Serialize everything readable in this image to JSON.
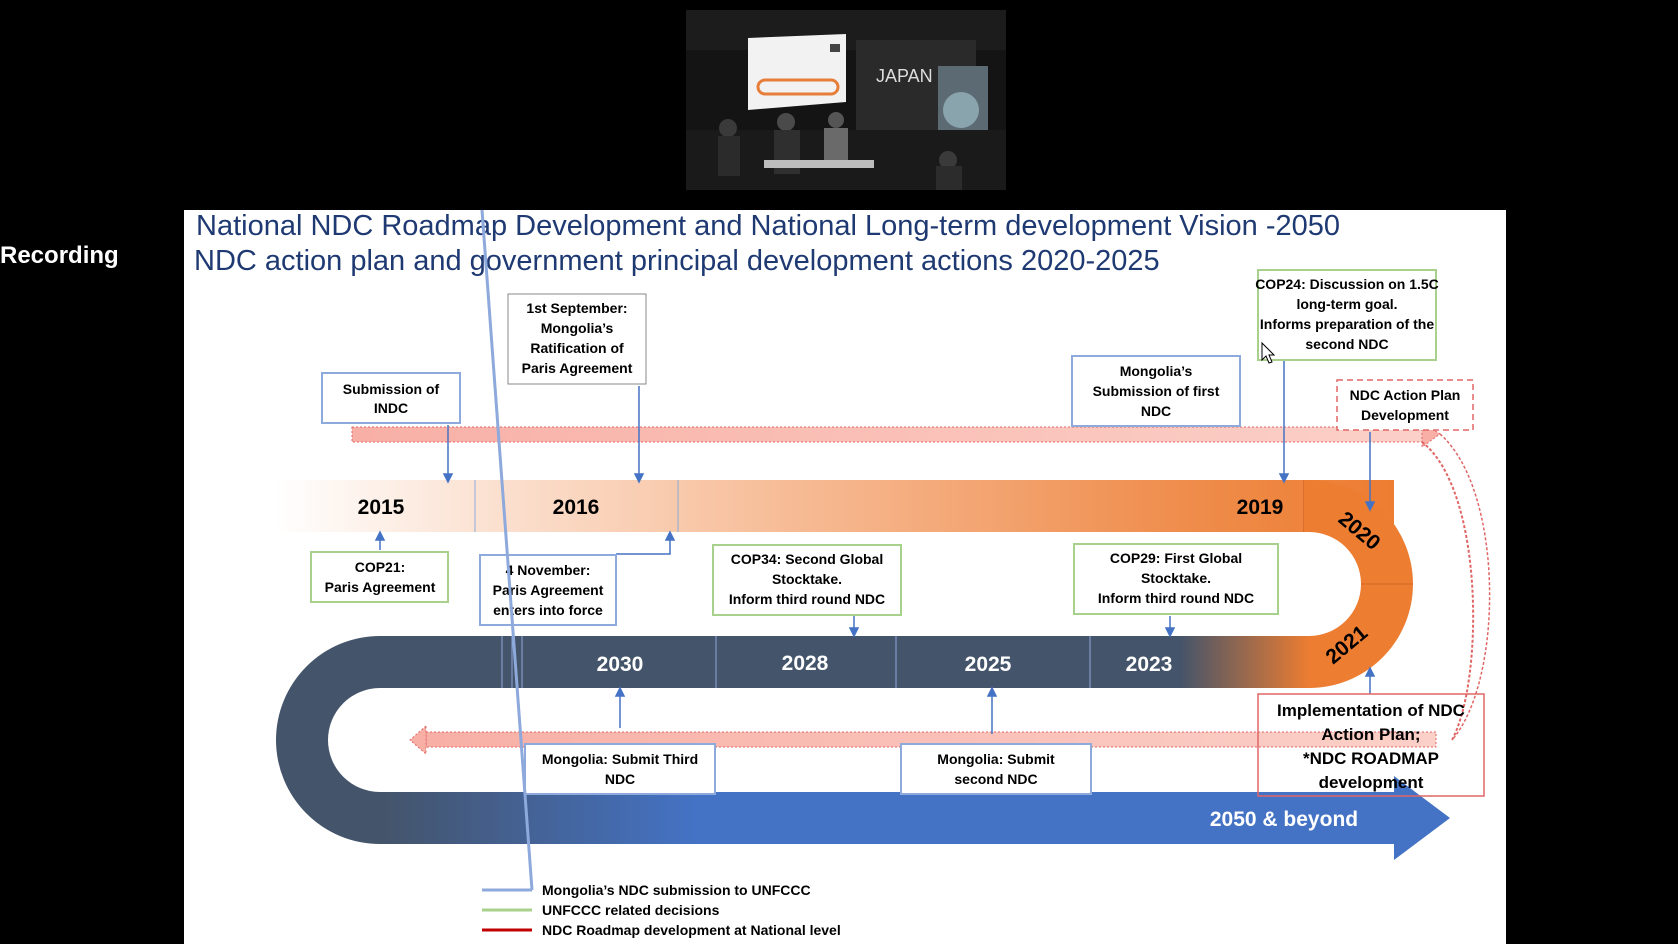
{
  "overlay": {
    "recording_label": "Recording"
  },
  "video": {
    "booth_sign": "JAPAN"
  },
  "slide": {
    "title_line1": "National NDC Roadmap Development and National Long-term  development Vision -2050",
    "title_line2": "NDC action plan and government principal development actions 2020-2025",
    "years_top": [
      "2015",
      "2016",
      "2019"
    ],
    "years_curve": [
      "2020",
      "2021"
    ],
    "years_bottom": [
      "2030",
      "2028",
      "2025",
      "2023"
    ],
    "final_arrow_label": "2050 & beyond",
    "boxes": {
      "submission_indc": [
        "Submission of",
        "INDC"
      ],
      "ratification": [
        "1st September:",
        "Mongolia’s",
        "Ratification of",
        "Paris Agreement"
      ],
      "first_ndc": [
        "Mongolia’s",
        "Submission of first",
        "NDC"
      ],
      "cop24": [
        "COP24: Discussion on 1.5C",
        "long-term goal.",
        "Informs preparation of the",
        "second NDC"
      ],
      "action_plan_dev": [
        "NDC Action Plan",
        "Development"
      ],
      "cop21": [
        "COP21:",
        "Paris Agreement"
      ],
      "into_force": [
        "4 November:",
        "Paris Agreement",
        "enters into force"
      ],
      "cop34": [
        "COP34: Second Global",
        "Stocktake.",
        "Inform third round NDC"
      ],
      "cop29": [
        "COP29: First Global",
        "Stocktake.",
        "Inform third round NDC"
      ],
      "third_ndc": [
        "Mongolia: Submit Third",
        "NDC"
      ],
      "second_ndc": [
        "Mongolia: Submit",
        "second NDC"
      ],
      "implementation": [
        "Implementation of NDC",
        "Action Plan;",
        "*NDC ROADMAP",
        "development"
      ]
    },
    "legend": [
      {
        "label": "Mongolia’s NDC submission to UNFCCC",
        "color": "#8ea9db"
      },
      {
        "label": "UNFCCC related decisions",
        "color": "#a9d18e"
      },
      {
        "label": "NDC Roadmap development at National level",
        "color": "#c00000"
      }
    ]
  }
}
